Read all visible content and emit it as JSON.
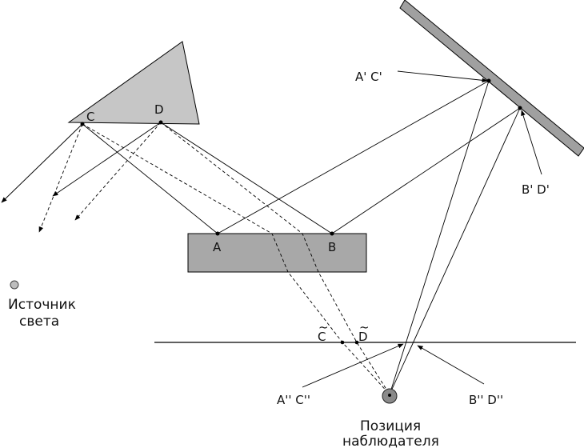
{
  "labels": {
    "point_c": "C",
    "point_d": "D",
    "point_a": "A",
    "point_b": "B",
    "mirror_ac": "A' C'",
    "mirror_bd": "B' D'",
    "virtual_c": "C",
    "virtual_d": "D",
    "screen_ac": "A'' C''",
    "screen_bd": "B'' D''",
    "tilde_c": "~",
    "tilde_d": "~"
  },
  "source": {
    "line1": "Источник",
    "line2": "света"
  },
  "observer": {
    "line1": "Позиция",
    "line2": "наблюдателя"
  },
  "colors": {
    "prism_fill": "#c6c6c6",
    "block_fill": "#a8a8a8",
    "mirror_fill": "#a0a0a0",
    "observer_fill": "#8a8a8a",
    "source_fill": "#bdbdbd",
    "line": "#000000"
  }
}
